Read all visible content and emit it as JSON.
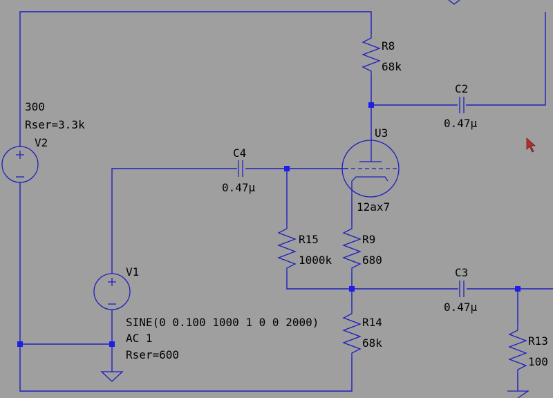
{
  "colors": {
    "background": "#9f9f9f",
    "wire": "#1e1ebe",
    "junction": "#1e1ee6",
    "text": "#000000",
    "cursor": "#b03030"
  },
  "components": {
    "v2": {
      "ref": "V2",
      "value": "300",
      "param": "Rser=3.3k"
    },
    "v1": {
      "ref": "V1",
      "line1": "SINE(0 0.100 1000 1 0 0 2000)",
      "line2": "AC 1",
      "line3": "Rser=600"
    },
    "r8": {
      "ref": "R8",
      "value": "68k"
    },
    "r15": {
      "ref": "R15",
      "value": "1000k"
    },
    "r9": {
      "ref": "R9",
      "value": "680"
    },
    "r14": {
      "ref": "R14",
      "value": "68k"
    },
    "r13": {
      "ref": "R13",
      "value": "100"
    },
    "c2": {
      "ref": "C2",
      "value": "0.47µ"
    },
    "c3": {
      "ref": "C3",
      "value": "0.47µ"
    },
    "c4": {
      "ref": "C4",
      "value": "0.47µ"
    },
    "u3": {
      "ref": "U3",
      "value": "12ax7"
    }
  },
  "icons": [
    "ground-icon",
    "mouse-cursor-icon"
  ]
}
